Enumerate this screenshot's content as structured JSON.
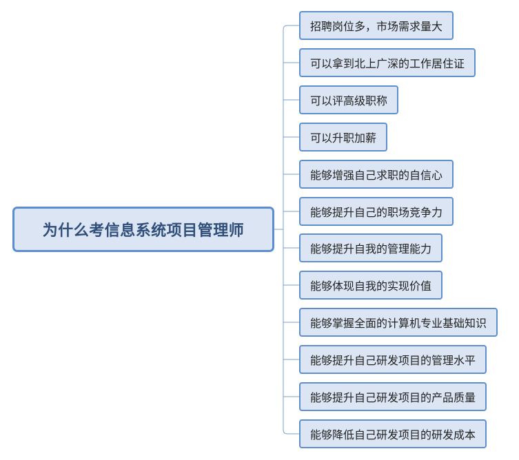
{
  "root": {
    "label": "为什么考信息系统项目管理师"
  },
  "children": [
    {
      "label": "招聘岗位多，市场需求量大"
    },
    {
      "label": "可以拿到北上广深的工作居住证"
    },
    {
      "label": "可以评高级职称"
    },
    {
      "label": "可以升职加薪"
    },
    {
      "label": "能够增强自己求职的自信心"
    },
    {
      "label": "能够提升自己的职场竞争力"
    },
    {
      "label": "能够提升自我的管理能力"
    },
    {
      "label": "能够体现自我的实现价值"
    },
    {
      "label": "能够掌握全面的计算机专业基础知识"
    },
    {
      "label": "能够提升自己研发项目的管理水平"
    },
    {
      "label": "能够提升自己研发项目的产品质量"
    },
    {
      "label": "能够降低自己研发项目的研发成本"
    }
  ],
  "colors": {
    "node_fill": "#dbe5f3",
    "root_border": "#5b8ed0",
    "child_border": "#5e8fcb",
    "connector": "#7a9fcf",
    "root_text": "#2f4e7a"
  }
}
